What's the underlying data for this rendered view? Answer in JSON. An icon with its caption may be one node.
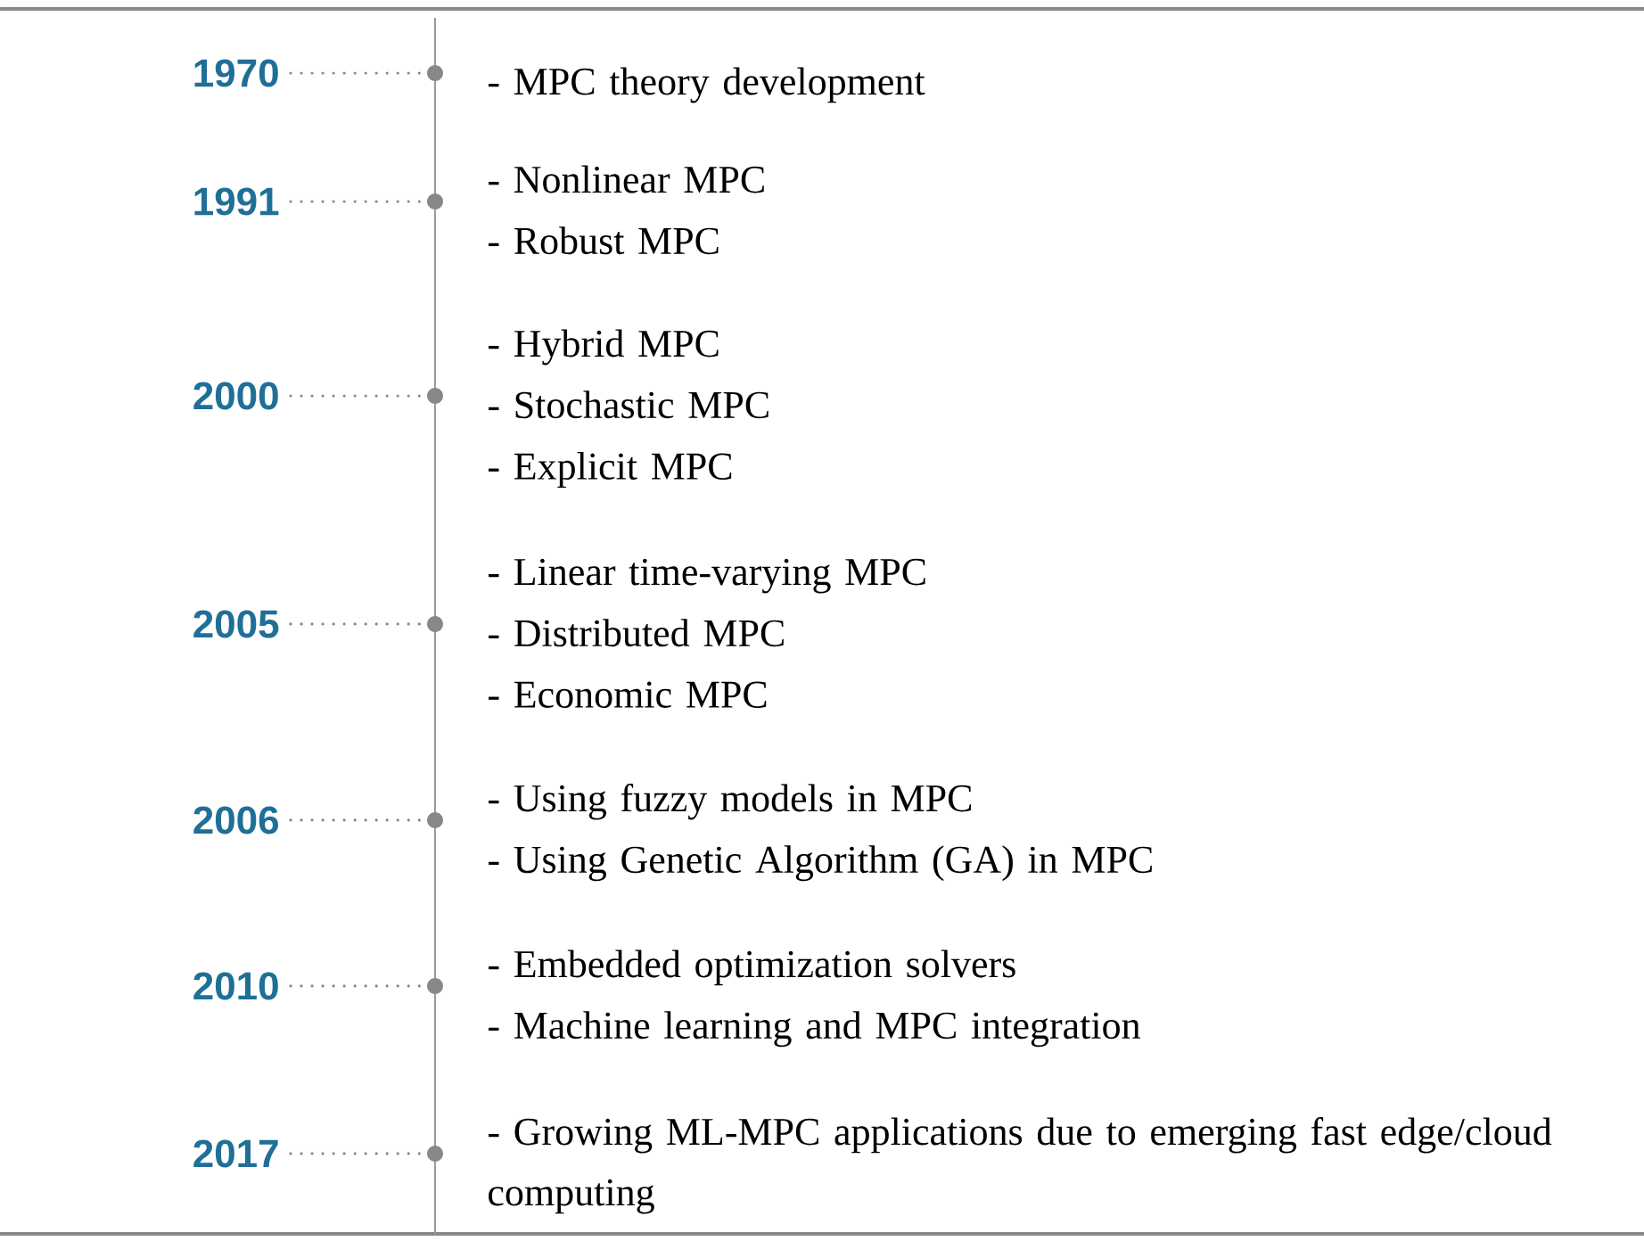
{
  "diagram": {
    "nodes": [
      {
        "text": [
          "1970"
        ]
      },
      {
        "text": [],
        "shape": "circle",
        "beside": [
          "- MPC theory development"
        ]
      },
      {
        "text": [
          "1991"
        ]
      },
      {
        "text": [],
        "shape": "circle",
        "beside": [
          "- Nonlinear MPC",
          "- Robust MPC"
        ]
      },
      {
        "text": [
          "2000"
        ]
      },
      {
        "text": [],
        "shape": "circle",
        "beside": [
          "- Hybrid MPC",
          "- Stochastic MPC",
          "- Explicit MPC"
        ]
      },
      {
        "text": [
          "2005"
        ]
      },
      {
        "text": [],
        "shape": "circle",
        "beside": [
          "- Linear time-varying MPC",
          "- Distributed MPC",
          "- Economic MPC"
        ]
      },
      {
        "text": [
          "2006"
        ]
      },
      {
        "text": [],
        "shape": "circle",
        "beside": [
          "- Using fuzzy models in MPC",
          "- Using Genetic Algorithm (GA) in MPC"
        ]
      },
      {
        "text": [
          "2010"
        ]
      },
      {
        "text": [],
        "shape": "circle",
        "beside": [
          "- Embedded optimization solvers",
          "- Machine learning and MPC integration"
        ]
      },
      {
        "text": [
          "2017"
        ]
      },
      {
        "text": [],
        "shape": "circle",
        "beside": [
          "- Growing ML-MPC applications due to emerging fast edge/cloud computing"
        ]
      }
    ],
    "edges": [
      {
        "from": 0,
        "to": 1,
        "arrow": "none",
        "style": "dashed"
      },
      {
        "from": 2,
        "to": 3,
        "arrow": "none",
        "style": "dashed"
      },
      {
        "from": 4,
        "to": 5,
        "arrow": "none",
        "style": "dashed"
      },
      {
        "from": 6,
        "to": 7,
        "arrow": "none",
        "style": "dashed"
      },
      {
        "from": 8,
        "to": 9,
        "arrow": "none",
        "style": "dashed"
      },
      {
        "from": 10,
        "to": 11,
        "arrow": "none",
        "style": "dashed"
      },
      {
        "from": 12,
        "to": 13,
        "arrow": "none",
        "style": "dashed"
      }
    ]
  }
}
